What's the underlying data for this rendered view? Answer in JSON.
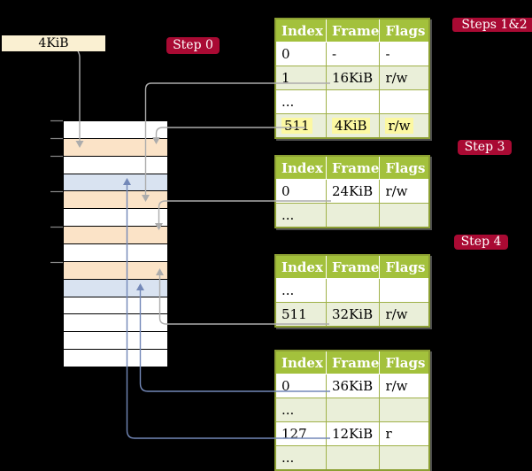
{
  "colors": {
    "background": "#000000",
    "badge_red": "#A90A33",
    "header_green": "#A3C13C",
    "table_border": "#8C9F33",
    "cell_line": "#9FB148",
    "row_green": "#EAEFD9",
    "row_orange": "#FBE3C7",
    "row_blue": "#D9E3F1",
    "frame_label_bg": "#FAF0D2",
    "highlight_yellow": "#FCF8A2",
    "connector_gray": "#ACACAC",
    "connector_blue": "#7388B8"
  },
  "frame_label": {
    "text": "4KiB"
  },
  "badges": {
    "step0": "Step 0",
    "steps12": "Steps 1&2",
    "step3": "Step 3",
    "step4": "Step 4"
  },
  "memory": {
    "row_colors": [
      "white",
      "orange",
      "white",
      "blue",
      "orange",
      "white",
      "orange",
      "white",
      "orange",
      "blue",
      "white",
      "white",
      "white",
      "white"
    ]
  },
  "tables": [
    {
      "headers": [
        "Index",
        "Frame",
        "Flags"
      ],
      "rows": [
        [
          "0",
          "-",
          "-"
        ],
        [
          "1",
          "16KiB",
          "r/w"
        ],
        [
          "...",
          "",
          ""
        ],
        [
          "511",
          "4KiB",
          "r/w"
        ]
      ]
    },
    {
      "headers": [
        "Index",
        "Frame",
        "Flags"
      ],
      "rows": [
        [
          "0",
          "24KiB",
          "r/w"
        ],
        [
          "...",
          "",
          ""
        ]
      ]
    },
    {
      "headers": [
        "Index",
        "Frame",
        "Flags"
      ],
      "rows": [
        [
          "...",
          "",
          ""
        ],
        [
          "511",
          "32KiB",
          "r/w"
        ]
      ]
    },
    {
      "headers": [
        "Index",
        "Frame",
        "Flags"
      ],
      "rows": [
        [
          "0",
          "36KiB",
          "r/w"
        ],
        [
          "...",
          "",
          ""
        ],
        [
          "127",
          "12KiB",
          "r"
        ],
        [
          "...",
          "",
          ""
        ]
      ]
    }
  ]
}
